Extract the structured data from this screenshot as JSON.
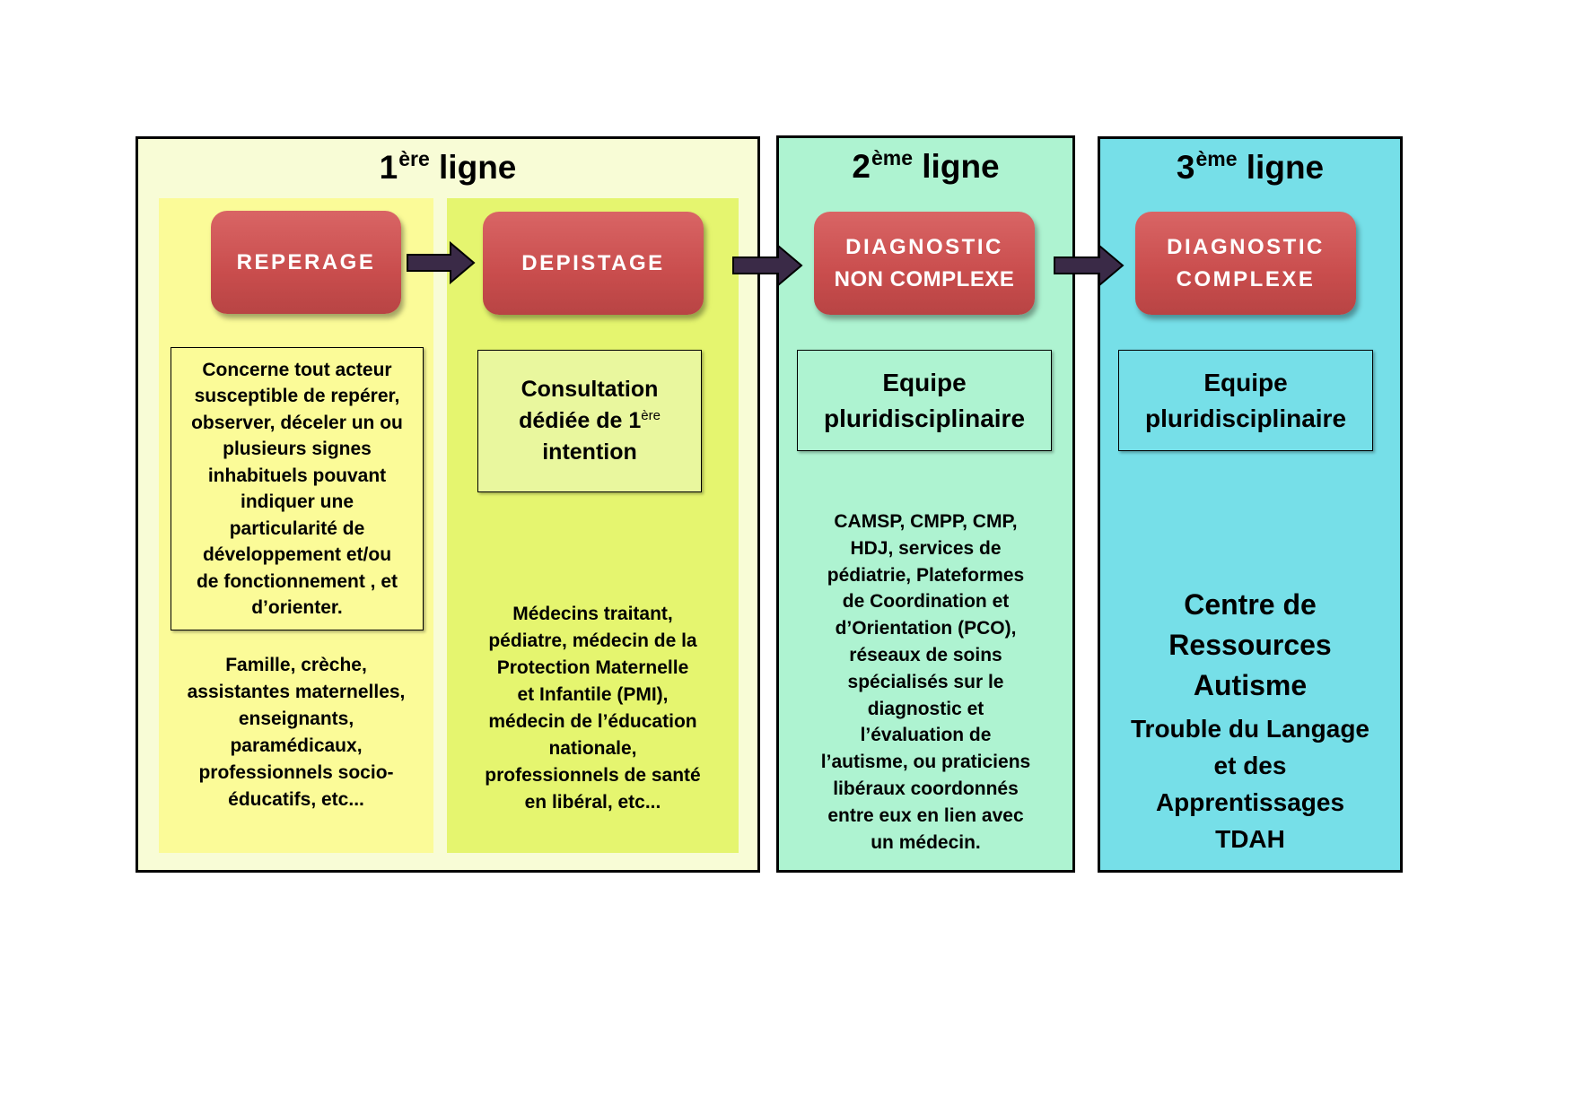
{
  "panels": {
    "line1": {
      "title_num": "1",
      "title_sup": "ère",
      "title_word": "ligne"
    },
    "line2": {
      "title_num": "2",
      "title_sup": "ème",
      "title_word": "ligne"
    },
    "line3": {
      "title_num": "3",
      "title_sup": "ème",
      "title_word": "ligne"
    }
  },
  "steps": {
    "reperage": {
      "label": "REPERAGE"
    },
    "depistage": {
      "label": "DEPISTAGE"
    },
    "diag_non_complexe": {
      "line1": "DIAGNOSTIC",
      "line2": "NON COMPLEXE"
    },
    "diag_complexe": {
      "line1": "DIAGNOSTIC",
      "line2": "COMPLEXE"
    }
  },
  "reperage": {
    "box_lines": [
      "Concerne tout acteur",
      "susceptible de repérer,",
      "observer, déceler un ou",
      "plusieurs signes",
      "inhabituels pouvant",
      "indiquer une",
      "particularité de",
      "développement et/ou",
      "de fonctionnement , et",
      "d’orienter."
    ],
    "actors_lines": [
      "Famille, crèche,",
      "assistantes maternelles,",
      "enseignants,",
      "paramédicaux,",
      "professionnels socio-",
      "éducatifs, etc..."
    ]
  },
  "depistage": {
    "box_line1": "Consultation",
    "box_line2": "dédiée de 1",
    "box_line2_sup": "ère",
    "box_line3": "intention",
    "actors_lines": [
      "Médecins traitant,",
      "pédiatre, médecin de la",
      "Protection Maternelle",
      "et Infantile (PMI),",
      "médecin de l’éducation",
      "nationale,",
      "professionnels de santé",
      "en libéral, etc..."
    ]
  },
  "line2": {
    "box_lines": [
      "Equipe",
      "pluridisciplinaire"
    ],
    "actors_lines": [
      "CAMSP, CMPP, CMP,",
      "HDJ, services de",
      "pédiatrie, Plateformes",
      "de Coordination et",
      "d’Orientation (PCO),",
      "réseaux de soins",
      "spécialisés sur le",
      "diagnostic et",
      "l’évaluation de",
      "l’autisme, ou praticiens",
      "libéraux coordonnés",
      "entre eux en lien avec",
      "un médecin."
    ]
  },
  "line3": {
    "box_lines": [
      "Equipe",
      "pluridisciplinaire"
    ],
    "centre_lines": [
      "Centre de",
      "Ressources",
      "Autisme"
    ],
    "other_lines": [
      "Trouble du Langage",
      "et des",
      "Apprentissages",
      "TDAH"
    ]
  },
  "colors": {
    "line1_bg": "#f8fcd6",
    "reperage_bg": "#fbfb98",
    "depistage_bg": "#e5f56f",
    "line2_bg": "#aef3d1",
    "line3_bg": "#76dfe8",
    "pill": "#c94d4d",
    "arrow": "#3a2a47"
  }
}
